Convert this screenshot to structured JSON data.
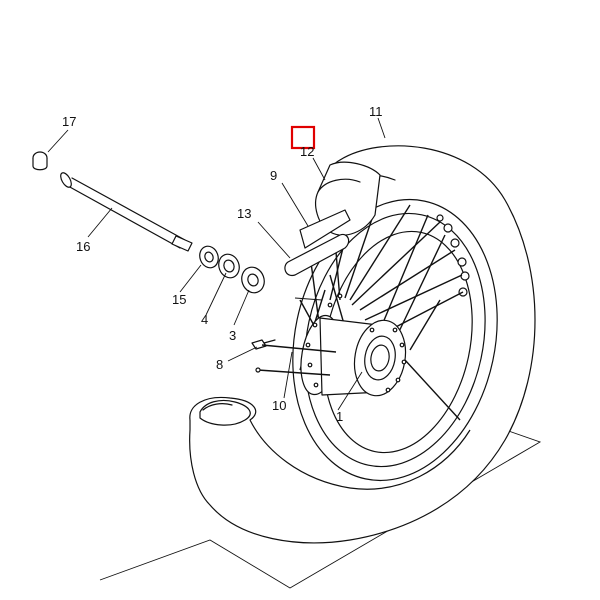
{
  "diagram": {
    "callouts": [
      {
        "id": "17",
        "text": "17"
      },
      {
        "id": "16",
        "text": "16"
      },
      {
        "id": "15",
        "text": "15"
      },
      {
        "id": "4",
        "text": "4"
      },
      {
        "id": "3",
        "text": "3"
      },
      {
        "id": "8",
        "text": "8"
      },
      {
        "id": "10",
        "text": "10"
      },
      {
        "id": "1",
        "text": "1"
      },
      {
        "id": "13",
        "text": "13"
      },
      {
        "id": "9",
        "text": "9"
      },
      {
        "id": "12",
        "text": "12"
      },
      {
        "id": "11",
        "text": "11"
      }
    ],
    "highlight_color": "#e00000",
    "line_color": "#111111"
  }
}
